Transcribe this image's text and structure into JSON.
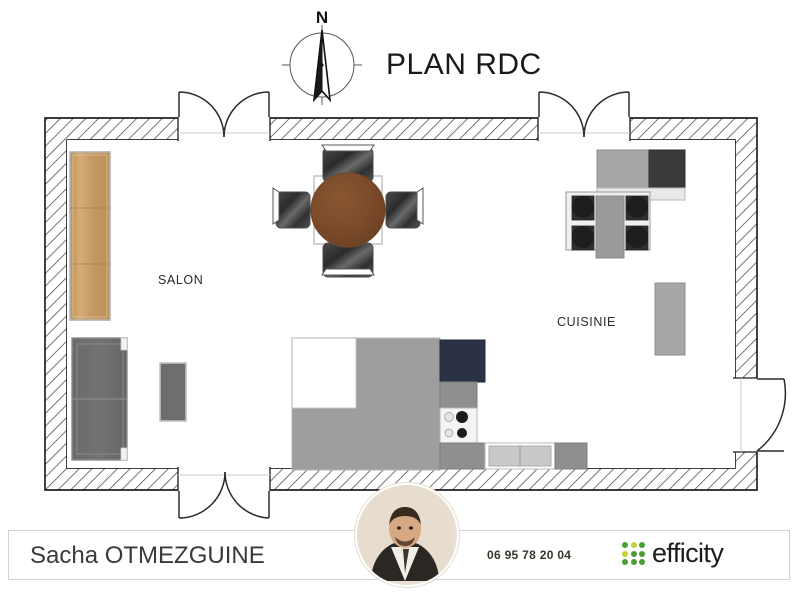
{
  "header": {
    "title": "PLAN RDC",
    "compass_north": "N"
  },
  "plan": {
    "rooms": [
      {
        "id": "salon",
        "label": "SALON"
      },
      {
        "id": "cuisine",
        "label": "CUISINIE"
      }
    ],
    "colors": {
      "wall_fill": "#ffffff",
      "wall_stroke": "#1a1a1a",
      "hatch": "#555555",
      "floor": "#ffffff",
      "rug_gray": "#9e9e9e",
      "sofa_gray": "#6e6e6e",
      "cabinet_gray": "#a6a6a6",
      "wood_light": "#c89a64",
      "wood_table": "#7a4a2a",
      "appliance_dark": "#2b3245",
      "appliance_black": "#3a3a3a",
      "chair_dark": "#2a2a2a"
    },
    "furniture": [
      {
        "name": "tall-wood-cabinet",
        "room": "salon"
      },
      {
        "name": "sofa",
        "room": "salon"
      },
      {
        "name": "side-unit",
        "room": "salon"
      },
      {
        "name": "round-dining-table",
        "room": "salon"
      },
      {
        "name": "dining-chair",
        "room": "salon",
        "count": 4
      },
      {
        "name": "area-rug",
        "room": "salon"
      },
      {
        "name": "kitchen-table",
        "room": "cuisine"
      },
      {
        "name": "kitchen-chair",
        "room": "cuisine",
        "count": 4
      },
      {
        "name": "counter-unit",
        "room": "cuisine"
      },
      {
        "name": "dark-appliance",
        "room": "cuisine"
      },
      {
        "name": "refrigerator",
        "room": "cuisine"
      },
      {
        "name": "cooktop",
        "room": "cuisine"
      },
      {
        "name": "sink-unit",
        "room": "cuisine"
      },
      {
        "name": "wall-cabinet",
        "room": "cuisine"
      }
    ],
    "openings": [
      {
        "name": "double-door-top-left",
        "type": "double",
        "wall": "top"
      },
      {
        "name": "double-door-top-right",
        "type": "double",
        "wall": "top"
      },
      {
        "name": "double-door-bottom",
        "type": "double",
        "wall": "bottom"
      },
      {
        "name": "single-door-right",
        "type": "single",
        "wall": "right"
      }
    ]
  },
  "footer": {
    "agent_name": "Sacha OTMEZGUINE",
    "phone": "06 95 78 20 04",
    "brand": "efficity",
    "brand_dot_color": "#4c9c38",
    "brand_accent_color": "#c3d22e"
  }
}
